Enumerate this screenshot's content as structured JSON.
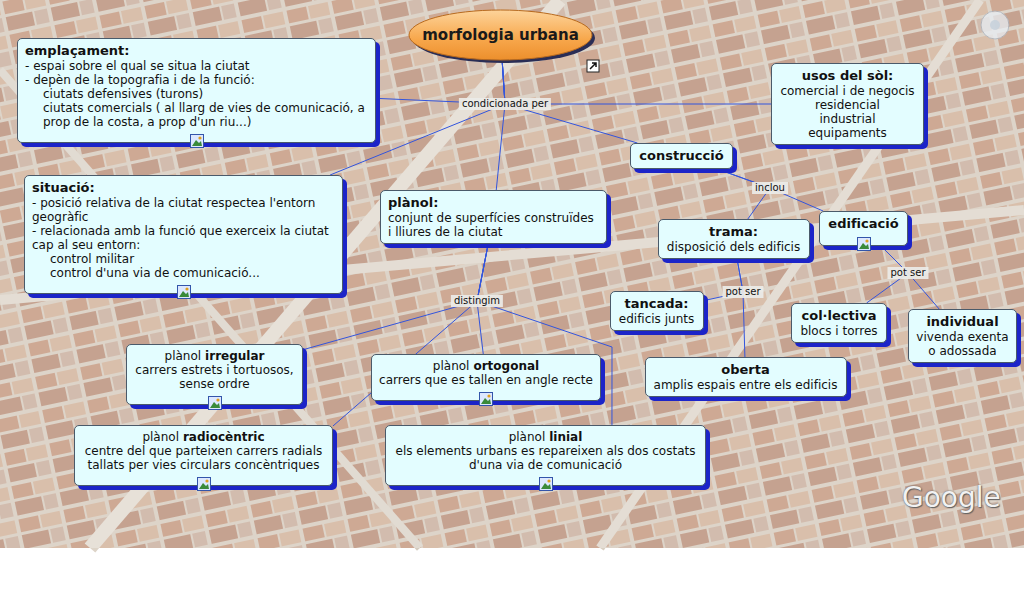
{
  "diagram": {
    "nodes": [
      {
        "text": [
          "morfologia urbana"
        ]
      },
      {
        "text": [
          "emplaçament:",
          "- espai sobre el qual se situa la ciutat",
          "- depèn de la topografia i de la funció:",
          "ciutats defensives (turons)",
          "ciutats comercials ( al llarg de vies de comunicació, a prop de la costa, a prop d'un riu...)"
        ]
      },
      {
        "text": [
          "situació:",
          "- posició relativa de la ciutat respectea l'entorn geogràfic",
          "- relacionada amb la funció que exerceix la ciutat cap al seu entorn:",
          "control militar",
          "control d'una via de comunicació..."
        ]
      },
      {
        "text": [
          "plànol:",
          "conjunt de superfícies construïdes i lliures de la ciutat"
        ]
      },
      {
        "text": [
          "construcció"
        ]
      },
      {
        "text": [
          "usos del sòl:",
          "comercial i de negocis",
          "residencial",
          "industrial",
          "equipaments"
        ]
      },
      {
        "text": [
          "trama:",
          "disposició dels edificis"
        ]
      },
      {
        "text": [
          "edificació"
        ]
      },
      {
        "text": [
          "tancada:",
          "edificis junts"
        ]
      },
      {
        "text": [
          "oberta",
          "amplis espais entre els edificis"
        ]
      },
      {
        "text": [
          "col·lectiva",
          "blocs i torres"
        ]
      },
      {
        "text": [
          "individual",
          "vivenda exenta o adossada"
        ]
      },
      {
        "text": [
          "plànol",
          "irregular",
          "carrers estrets i tortuosos, sense ordre"
        ]
      },
      {
        "text": [
          "plànol",
          "ortogonal",
          "carrers que es tallen en angle recte"
        ]
      },
      {
        "text": [
          "plànol",
          "radiocèntric",
          "centre del que parteixen carrers radials tallats per vies circulars concèntriques"
        ]
      },
      {
        "text": [
          "plànol",
          "linial",
          "els elements urbans es repareixen als dos costats d'una via de comunicació"
        ]
      }
    ],
    "edges": [
      {
        "from": 0,
        "to": 1,
        "arrow": "none",
        "label": "condicionada per"
      },
      {
        "from": 0,
        "to": 2,
        "arrow": "none"
      },
      {
        "from": 0,
        "to": 3,
        "arrow": "none"
      },
      {
        "from": 0,
        "to": 4,
        "arrow": "none"
      },
      {
        "from": 0,
        "to": 5,
        "arrow": "none"
      },
      {
        "from": 3,
        "to": 12,
        "arrow": "none",
        "label": "distingim"
      },
      {
        "from": 3,
        "to": 13,
        "arrow": "none"
      },
      {
        "from": 3,
        "to": 14,
        "arrow": "none"
      },
      {
        "from": 3,
        "to": 15,
        "arrow": "none"
      },
      {
        "from": 4,
        "to": 6,
        "arrow": "none",
        "label": "inclou"
      },
      {
        "from": 4,
        "to": 7,
        "arrow": "none"
      },
      {
        "from": 6,
        "to": 8,
        "arrow": "none",
        "label": "pot ser"
      },
      {
        "from": 6,
        "to": 9,
        "arrow": "none"
      },
      {
        "from": 7,
        "to": 10,
        "arrow": "none",
        "label": "pot ser"
      },
      {
        "from": 7,
        "to": 11,
        "arrow": "none"
      }
    ],
    "labels": [
      "Google"
    ]
  }
}
